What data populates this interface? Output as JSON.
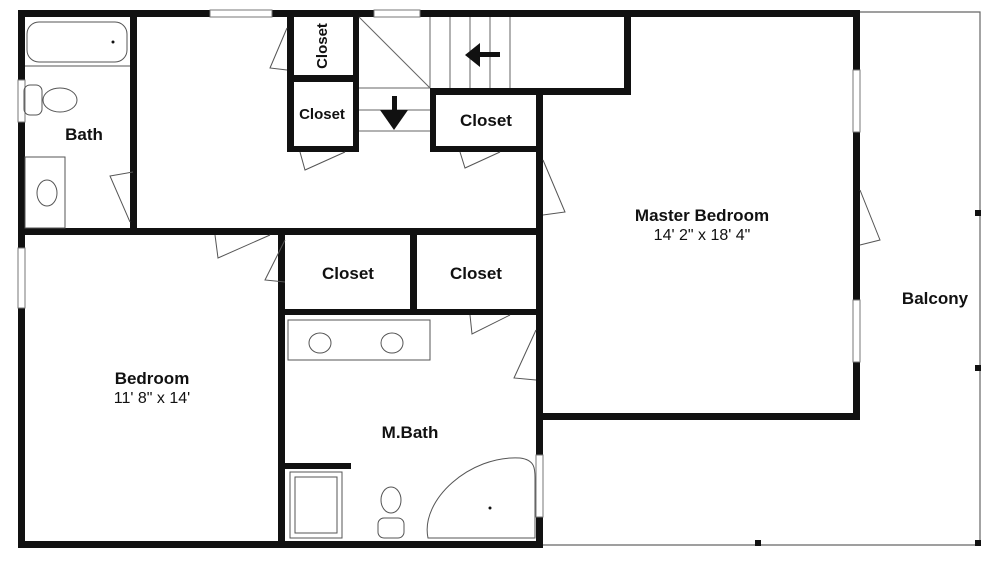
{
  "rooms": {
    "bath": {
      "name": "Bath"
    },
    "closet_top_vertical": {
      "name": "Closet"
    },
    "closet_top_left": {
      "name": "Closet"
    },
    "closet_top_right": {
      "name": "Closet"
    },
    "closet_mid_left": {
      "name": "Closet"
    },
    "closet_mid_right": {
      "name": "Closet"
    },
    "master_bedroom": {
      "name": "Master Bedroom",
      "dimensions": "14' 2\" x 18' 4\""
    },
    "bedroom": {
      "name": "Bedroom",
      "dimensions": "11' 8\" x 14'"
    },
    "master_bath": {
      "name": "M.Bath"
    },
    "balcony": {
      "name": "Balcony"
    }
  },
  "colors": {
    "wall": "#111111",
    "line": "#555555",
    "background": "#ffffff"
  }
}
